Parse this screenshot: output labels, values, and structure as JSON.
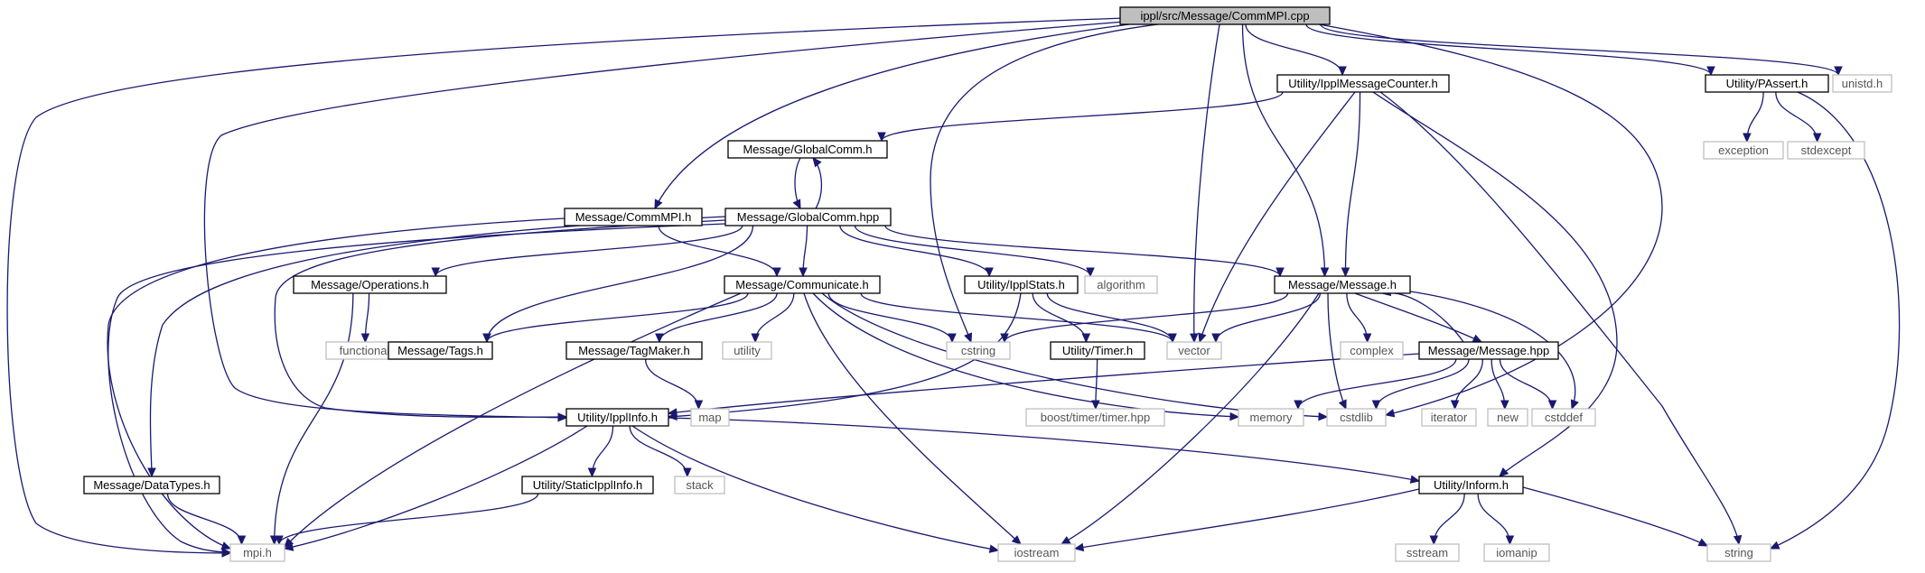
{
  "graph": {
    "nodes": [
      {
        "id": "commmpi_cpp",
        "label": "ippl/src/Message/CommMPI.cpp",
        "kind": "root"
      },
      {
        "id": "ippl_message_counter",
        "label": "Utility/IpplMessageCounter.h",
        "kind": "doc"
      },
      {
        "id": "passert",
        "label": "Utility/PAssert.h",
        "kind": "doc"
      },
      {
        "id": "unistd",
        "label": "unistd.h",
        "kind": "sys"
      },
      {
        "id": "global_comm_h",
        "label": "Message/GlobalComm.h",
        "kind": "doc"
      },
      {
        "id": "exception",
        "label": "exception",
        "kind": "sys"
      },
      {
        "id": "stdexcept",
        "label": "stdexcept",
        "kind": "sys"
      },
      {
        "id": "commmpi_h",
        "label": "Message/CommMPI.h",
        "kind": "doc"
      },
      {
        "id": "global_comm_hpp",
        "label": "Message/GlobalComm.hpp",
        "kind": "doc"
      },
      {
        "id": "operations",
        "label": "Message/Operations.h",
        "kind": "doc"
      },
      {
        "id": "communicate",
        "label": "Message/Communicate.h",
        "kind": "doc"
      },
      {
        "id": "ippl_stats",
        "label": "Utility/IpplStats.h",
        "kind": "doc"
      },
      {
        "id": "algorithm",
        "label": "algorithm",
        "kind": "sys"
      },
      {
        "id": "message_h",
        "label": "Message/Message.h",
        "kind": "doc"
      },
      {
        "id": "functional",
        "label": "functional",
        "kind": "sys"
      },
      {
        "id": "tags",
        "label": "Message/Tags.h",
        "kind": "doc"
      },
      {
        "id": "tagmaker",
        "label": "Message/TagMaker.h",
        "kind": "doc"
      },
      {
        "id": "utility",
        "label": "utility",
        "kind": "sys"
      },
      {
        "id": "cstring",
        "label": "cstring",
        "kind": "sys"
      },
      {
        "id": "timer",
        "label": "Utility/Timer.h",
        "kind": "doc"
      },
      {
        "id": "vector",
        "label": "vector",
        "kind": "sys"
      },
      {
        "id": "complex",
        "label": "complex",
        "kind": "sys"
      },
      {
        "id": "message_hpp",
        "label": "Message/Message.hpp",
        "kind": "doc"
      },
      {
        "id": "map",
        "label": "map",
        "kind": "sys"
      },
      {
        "id": "ippl_info",
        "label": "Utility/IpplInfo.h",
        "kind": "doc"
      },
      {
        "id": "boost_timer",
        "label": "boost/timer/timer.hpp",
        "kind": "sys"
      },
      {
        "id": "memory",
        "label": "memory",
        "kind": "sys"
      },
      {
        "id": "cstdlib",
        "label": "cstdlib",
        "kind": "sys"
      },
      {
        "id": "iterator",
        "label": "iterator",
        "kind": "sys"
      },
      {
        "id": "new",
        "label": "new",
        "kind": "sys"
      },
      {
        "id": "cstddef",
        "label": "cstddef",
        "kind": "sys"
      },
      {
        "id": "datatypes",
        "label": "Message/DataTypes.h",
        "kind": "doc"
      },
      {
        "id": "static_ippl_info",
        "label": "Utility/StaticIpplInfo.h",
        "kind": "doc"
      },
      {
        "id": "stack",
        "label": "stack",
        "kind": "sys"
      },
      {
        "id": "inform",
        "label": "Utility/Inform.h",
        "kind": "doc"
      },
      {
        "id": "mpi",
        "label": "mpi.h",
        "kind": "sys"
      },
      {
        "id": "iostream",
        "label": "iostream",
        "kind": "sys"
      },
      {
        "id": "sstream",
        "label": "sstream",
        "kind": "sys"
      },
      {
        "id": "iomanip",
        "label": "iomanip",
        "kind": "sys"
      },
      {
        "id": "string",
        "label": "string",
        "kind": "sys"
      }
    ],
    "edges": [
      [
        "commmpi_cpp",
        "ippl_message_counter"
      ],
      [
        "commmpi_cpp",
        "passert"
      ],
      [
        "commmpi_cpp",
        "unistd"
      ],
      [
        "commmpi_cpp",
        "commmpi_h"
      ],
      [
        "commmpi_cpp",
        "message_h"
      ],
      [
        "commmpi_cpp",
        "ippl_info"
      ],
      [
        "commmpi_cpp",
        "cstring"
      ],
      [
        "commmpi_cpp",
        "vector"
      ],
      [
        "commmpi_cpp",
        "cstdlib"
      ],
      [
        "commmpi_cpp",
        "mpi"
      ],
      [
        "ippl_message_counter",
        "global_comm_h"
      ],
      [
        "ippl_message_counter",
        "message_h"
      ],
      [
        "ippl_message_counter",
        "vector"
      ],
      [
        "ippl_message_counter",
        "inform"
      ],
      [
        "ippl_message_counter",
        "string"
      ],
      [
        "passert",
        "exception"
      ],
      [
        "passert",
        "stdexcept"
      ],
      [
        "passert",
        "string"
      ],
      [
        "global_comm_h",
        "global_comm_hpp"
      ],
      [
        "global_comm_hpp",
        "global_comm_h"
      ],
      [
        "global_comm_hpp",
        "communicate"
      ],
      [
        "global_comm_hpp",
        "operations"
      ],
      [
        "global_comm_hpp",
        "ippl_stats"
      ],
      [
        "global_comm_hpp",
        "algorithm"
      ],
      [
        "global_comm_hpp",
        "message_h"
      ],
      [
        "global_comm_hpp",
        "tags"
      ],
      [
        "global_comm_hpp",
        "datatypes"
      ],
      [
        "global_comm_hpp",
        "ippl_info"
      ],
      [
        "global_comm_hpp",
        "mpi"
      ],
      [
        "commmpi_h",
        "communicate"
      ],
      [
        "commmpi_h",
        "mpi"
      ],
      [
        "operations",
        "functional"
      ],
      [
        "operations",
        "mpi"
      ],
      [
        "communicate",
        "tags"
      ],
      [
        "communicate",
        "tagmaker"
      ],
      [
        "communicate",
        "utility"
      ],
      [
        "communicate",
        "cstring"
      ],
      [
        "communicate",
        "vector"
      ],
      [
        "communicate",
        "memory"
      ],
      [
        "communicate",
        "cstdlib"
      ],
      [
        "communicate",
        "iostream"
      ],
      [
        "communicate",
        "mpi"
      ],
      [
        "ippl_stats",
        "timer"
      ],
      [
        "ippl_stats",
        "vector"
      ],
      [
        "ippl_stats",
        "ippl_info"
      ],
      [
        "message_h",
        "cstring"
      ],
      [
        "message_h",
        "vector"
      ],
      [
        "message_h",
        "complex"
      ],
      [
        "message_h",
        "message_hpp"
      ],
      [
        "message_h",
        "cstdlib"
      ],
      [
        "message_h",
        "cstddef"
      ],
      [
        "message_h",
        "iostream"
      ],
      [
        "message_hpp",
        "message_h"
      ],
      [
        "message_hpp",
        "ippl_info"
      ],
      [
        "message_hpp",
        "memory"
      ],
      [
        "message_hpp",
        "cstdlib"
      ],
      [
        "message_hpp",
        "iterator"
      ],
      [
        "message_hpp",
        "new"
      ],
      [
        "message_hpp",
        "cstddef"
      ],
      [
        "tagmaker",
        "map"
      ],
      [
        "timer",
        "boost_timer"
      ],
      [
        "ippl_info",
        "static_ippl_info"
      ],
      [
        "ippl_info",
        "stack"
      ],
      [
        "ippl_info",
        "inform"
      ],
      [
        "ippl_info",
        "iostream"
      ],
      [
        "ippl_info",
        "mpi"
      ],
      [
        "static_ippl_info",
        "mpi"
      ],
      [
        "datatypes",
        "mpi"
      ],
      [
        "inform",
        "iostream"
      ],
      [
        "inform",
        "sstream"
      ],
      [
        "inform",
        "iomanip"
      ],
      [
        "inform",
        "string"
      ]
    ]
  },
  "colors": {
    "edge": "#191970",
    "root_fill": "#bfbfbf",
    "doc_border": "#000000",
    "sys_border": "#bfbfbf",
    "sys_text": "#555555"
  }
}
